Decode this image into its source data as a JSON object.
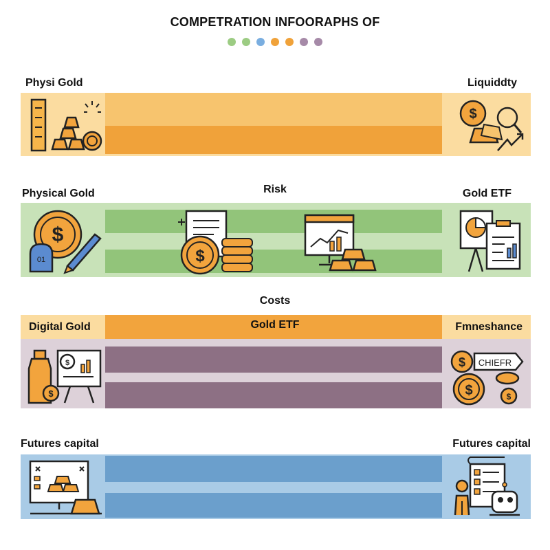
{
  "title": "COMPETRATION INFOORAPHS OF",
  "dots": [
    "#9ccc83",
    "#9ccc83",
    "#7aaee0",
    "#f0a23a",
    "#f0a23a",
    "#a68aa8",
    "#a68aa8"
  ],
  "colors": {
    "orange": "#f2a43d",
    "orange_light": "#f7c877",
    "orange_bg": "#fbdca0",
    "green": "#92c47a",
    "green_light": "#c8e2b8",
    "purple": "#8d7084",
    "purple_light": "#ddd1d9",
    "blue": "#6b9fcc",
    "blue_light": "#a9cbe6"
  },
  "sections": {
    "liquidity": {
      "left_label": "Physi Gold",
      "right_label": "Liquiddty"
    },
    "risk": {
      "left_label": "Physical Gold",
      "center_label": "Risk",
      "right_label": "Gold ETF"
    },
    "costs": {
      "header": "Costs",
      "left_label": "Digital Gold",
      "center_label": "Gold ETF",
      "right_label": "Fmneshance",
      "icon_text": "CHIEFR"
    },
    "futures": {
      "left_label": "Futures capital",
      "right_label": "Futures capital"
    }
  },
  "icons": {
    "row1_left": "gold-bars-thermometer-icon",
    "row1_right": "coin-gold-magnifier-icon",
    "row2_left": "coin-pen-icon",
    "row2_mid1": "document-coins-icon",
    "row2_mid2": "monitor-chart-gold-icon",
    "row2_right": "easel-chart-clipboard-icon",
    "row3_left": "bottle-presentation-icon",
    "row3_right": "coins-tag-icon",
    "row4_left": "monitor-gold-bars-icon",
    "row4_right": "person-checklist-robot-icon"
  }
}
